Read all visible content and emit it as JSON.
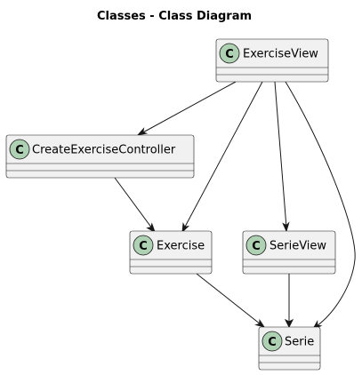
{
  "diagram": {
    "title": "Classes - Class Diagram",
    "badge_letter": "C",
    "colors": {
      "badge": "#add1b2",
      "box": "#f1f1f1",
      "line": "#181818"
    },
    "classes": [
      {
        "id": "exerciseview",
        "name": "ExerciseView"
      },
      {
        "id": "createexercisecontroller",
        "name": "CreateExerciseController"
      },
      {
        "id": "exercise",
        "name": "Exercise"
      },
      {
        "id": "serieview",
        "name": "SerieView"
      },
      {
        "id": "serie",
        "name": "Serie"
      }
    ],
    "relations": [
      {
        "from": "ExerciseView",
        "to": "CreateExerciseController"
      },
      {
        "from": "ExerciseView",
        "to": "Exercise"
      },
      {
        "from": "ExerciseView",
        "to": "SerieView"
      },
      {
        "from": "ExerciseView",
        "to": "Serie"
      },
      {
        "from": "CreateExerciseController",
        "to": "Exercise"
      },
      {
        "from": "Exercise",
        "to": "Serie"
      },
      {
        "from": "SerieView",
        "to": "Serie"
      }
    ]
  }
}
